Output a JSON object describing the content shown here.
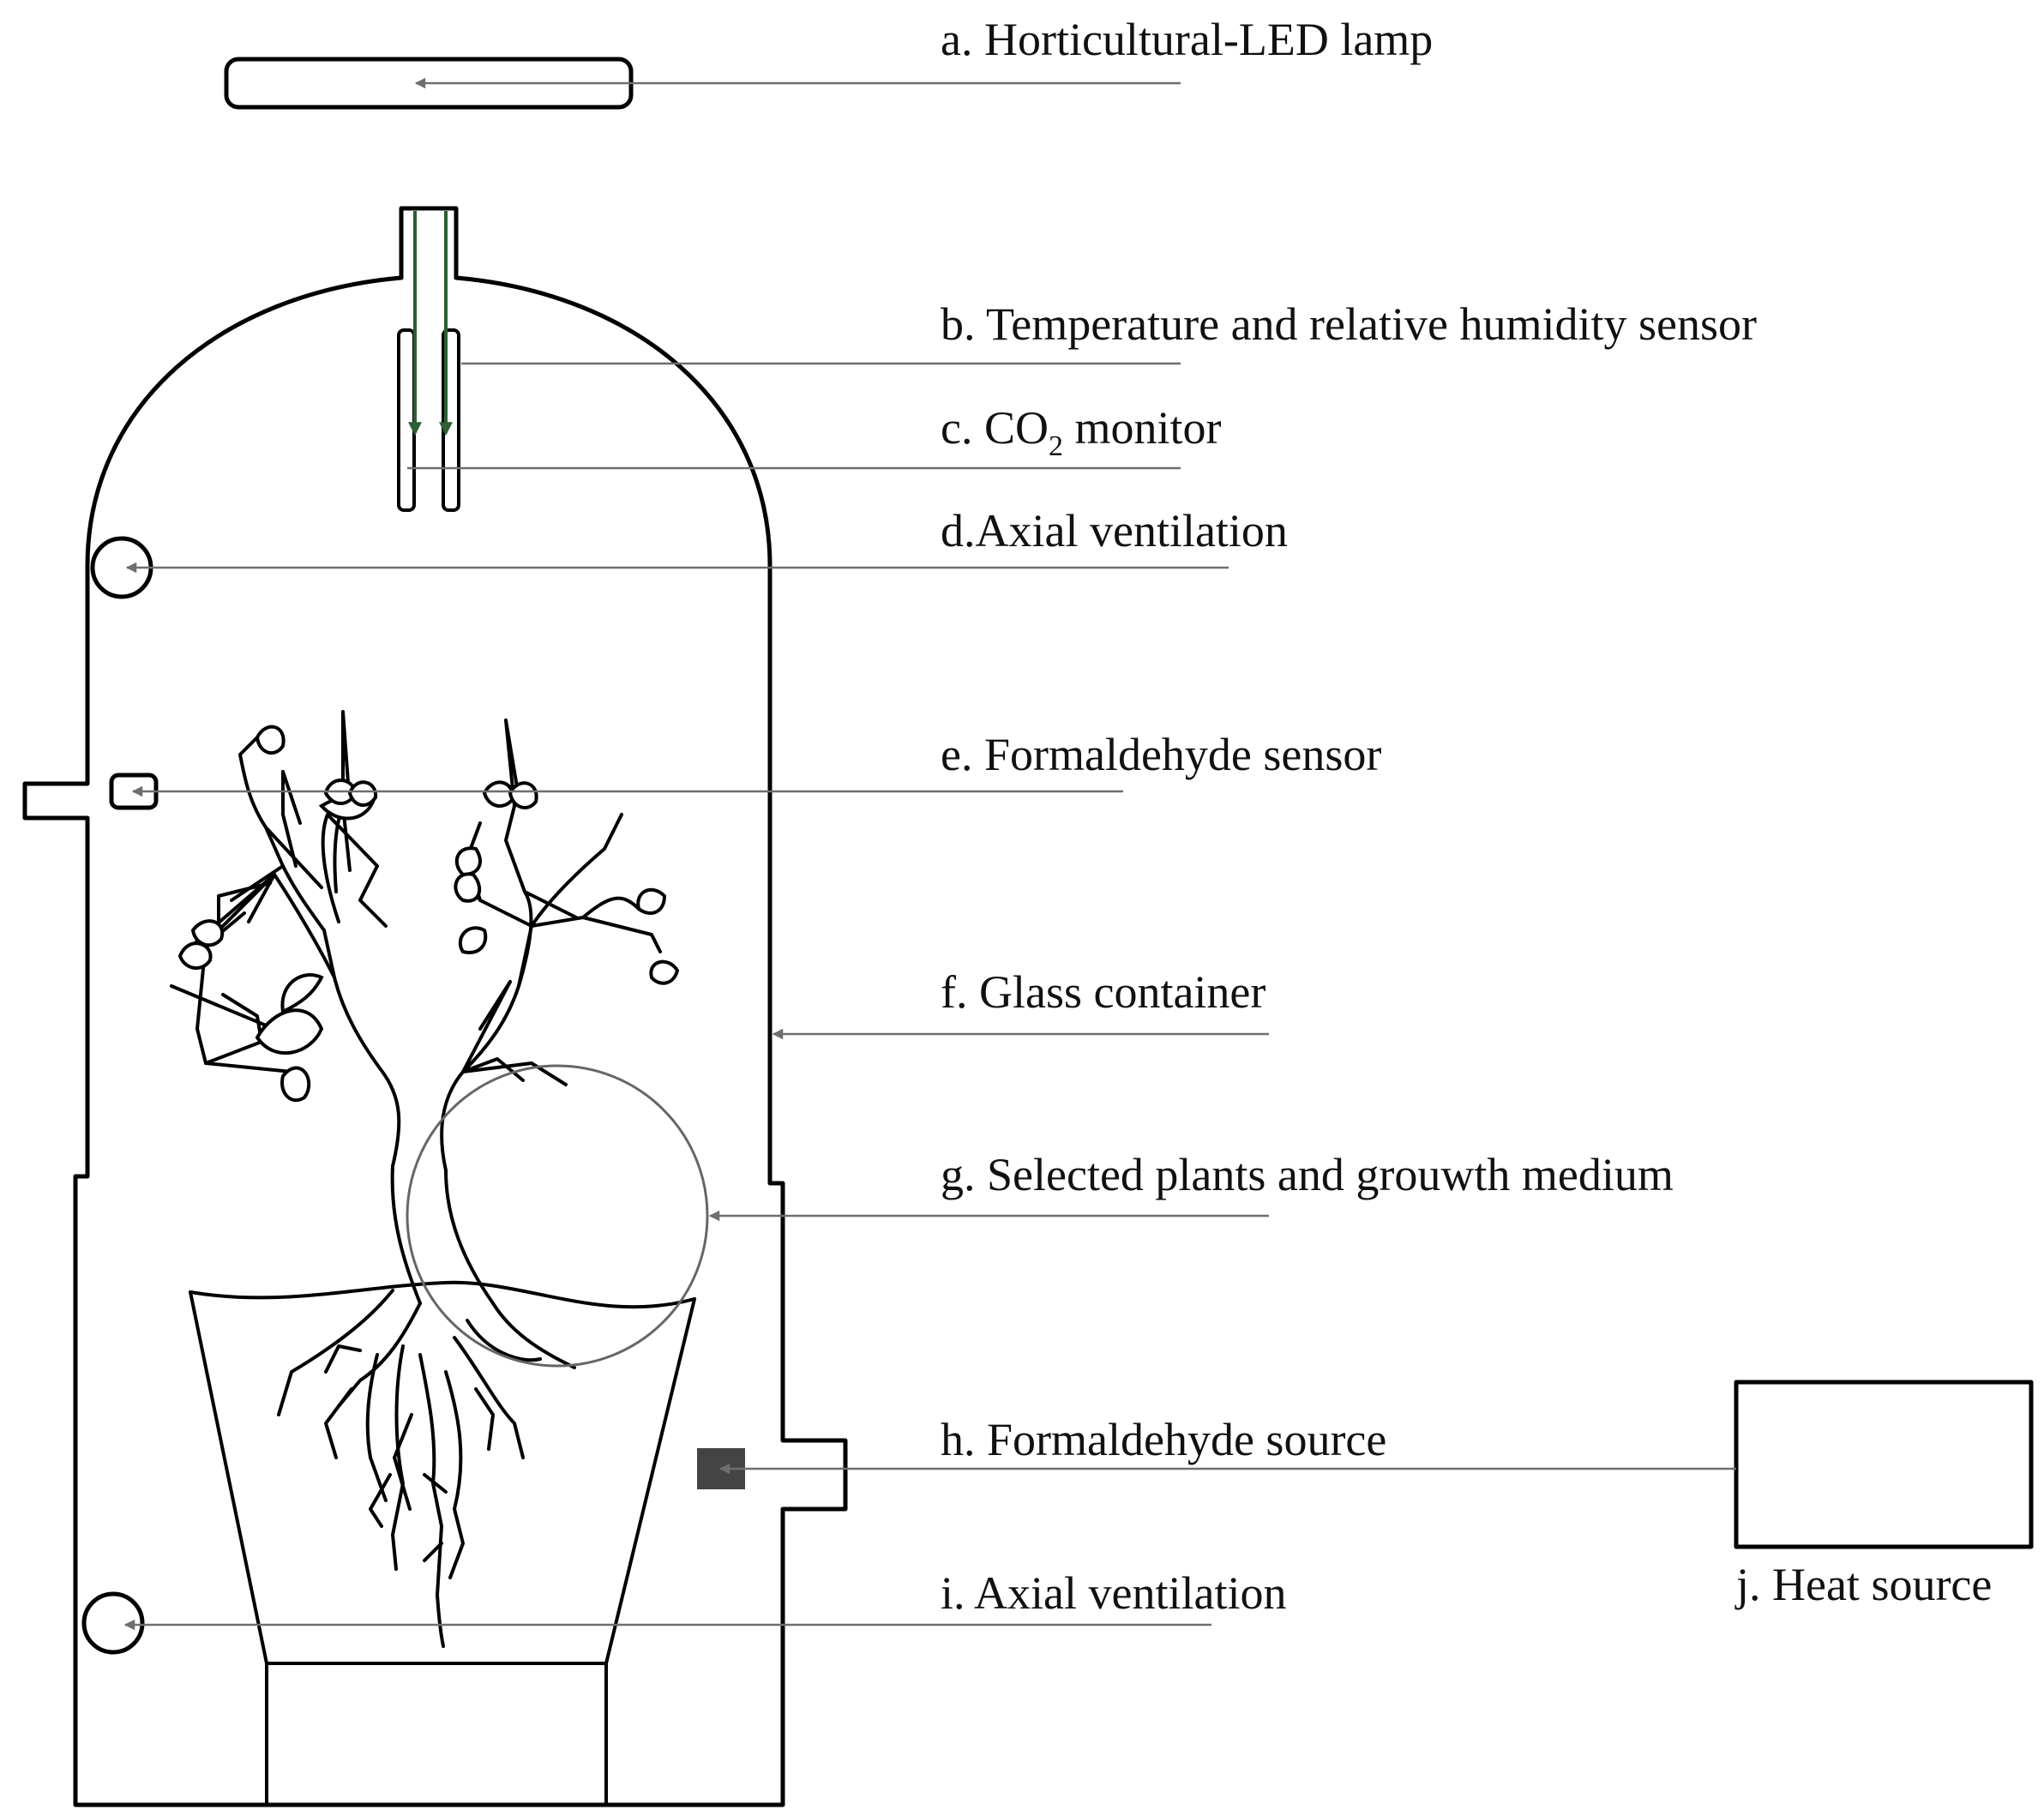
{
  "labels": {
    "a": "a. Horticultural-LED lamp",
    "b": "b. Temperature and relative humidity sensor",
    "c_prefix": "c. CO",
    "c_sub": "2",
    "c_suffix": " monitor",
    "d": "d.Axial ventilation",
    "e": "e. Formaldehyde sensor",
    "f": "f. Glass container",
    "g": "g. Selected plants and grouwth medium",
    "h": "h. Formaldehyde source",
    "i": "i. Axial ventilation",
    "j": "j. Heat source"
  },
  "colors": {
    "outline": "#000000",
    "leader": "#6e6e6e",
    "sensor_probe": "#2e5e34",
    "formaldehyde_source": "#444444",
    "highlight_circle": "#666666"
  }
}
